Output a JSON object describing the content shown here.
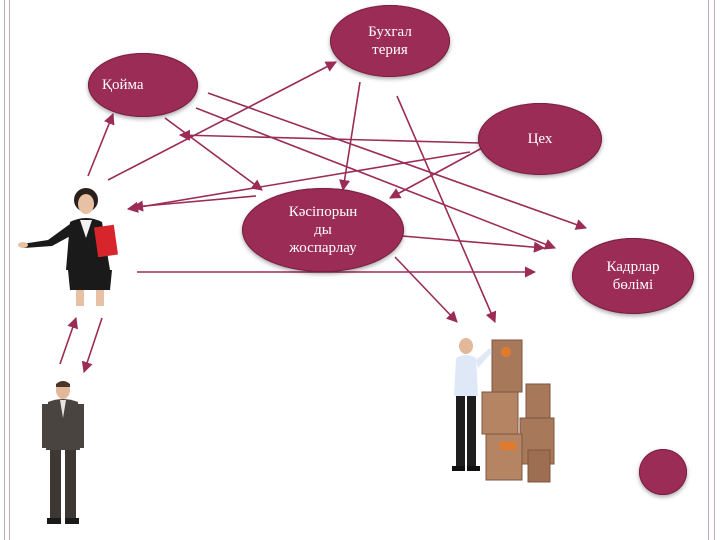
{
  "diagram": {
    "nodes": {
      "buhgalteriya": "Бухгал\nтерия",
      "koima": "Қойма",
      "tseh": "Цех",
      "kasiporyn": "Кәсіпорын\nды\nжоспарлау",
      "kadrlar": "Кадрлар\nбөлімі"
    }
  },
  "colors": {
    "node_fill": "#9b2c55",
    "arrow": "#9b2c55"
  },
  "figures": {
    "woman": "businesswoman-with-red-folder",
    "man": "businessman-in-suit",
    "worker": "worker-with-boxes"
  }
}
